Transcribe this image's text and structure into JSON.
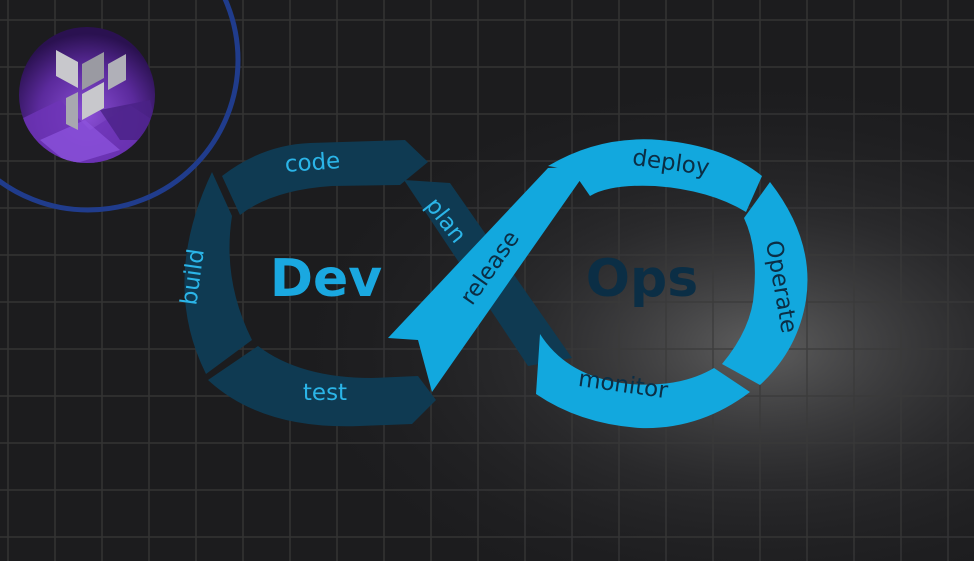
{
  "diagram": {
    "title_left": "Dev",
    "title_right": "Ops",
    "stages": {
      "code": "code",
      "plan": "plan",
      "build": "build",
      "test": "test",
      "release": "release",
      "deploy": "deploy",
      "operate": "Operate",
      "monitor": "monitor"
    },
    "logo_icon": "terraform-logo-icon"
  },
  "colors": {
    "background": "#1c1c1e",
    "grid": "#3a3a3a",
    "dev_dark": "#0f3a52",
    "ops_light": "#12a8de",
    "dev_text": "#1aa8e0",
    "ops_text": "#0b2e45",
    "label_on_dark": "#2bb5e8",
    "label_on_light": "#0b2e45",
    "ring": "#203c8c",
    "logo_purple": "#5b2a9c"
  }
}
